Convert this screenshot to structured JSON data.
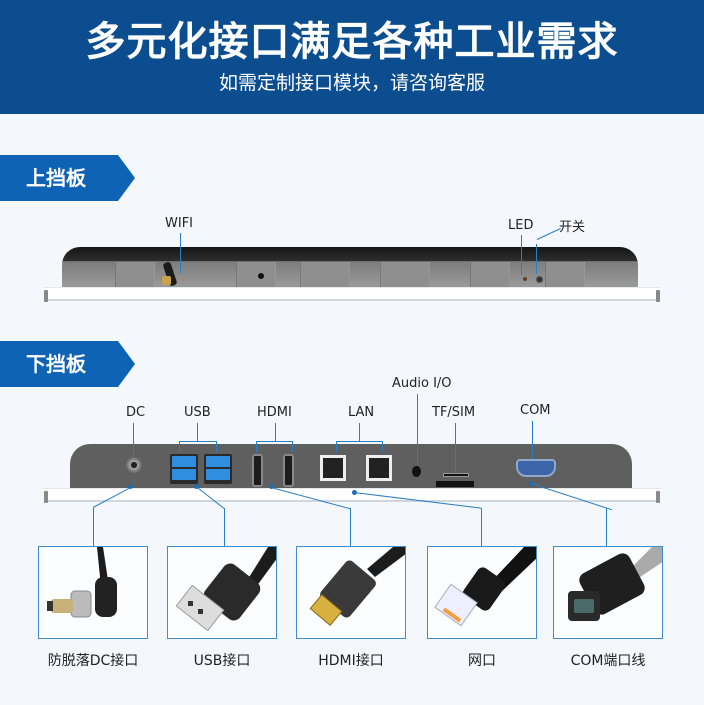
{
  "banner": {
    "title": "多元化接口满足各种工业需求",
    "subtitle": "如需定制接口模块，请咨询客服",
    "bg_color": "#0c4d8f"
  },
  "top_panel": {
    "tag": "上挡板",
    "labels": {
      "wifi": "WIFI",
      "led": "LED",
      "power": "开关"
    }
  },
  "bottom_panel": {
    "tag": "下挡板",
    "labels": {
      "dc": "DC",
      "usb": "USB",
      "hdmi": "HDMI",
      "lan": "LAN",
      "audio": "Audio I/O",
      "tfsim": "TF/SIM",
      "com": "COM"
    }
  },
  "cables": [
    {
      "label": "防脱落DC接口",
      "icon": "dc-cable-icon"
    },
    {
      "label": "USB接口",
      "icon": "usb-cable-icon"
    },
    {
      "label": "HDMI接口",
      "icon": "hdmi-cable-icon"
    },
    {
      "label": "网口",
      "icon": "rj45-cable-icon"
    },
    {
      "label": "COM端口线",
      "icon": "db9-cable-icon"
    }
  ],
  "colors": {
    "accent": "#0f63b4",
    "line": "#2a7fc4",
    "background": "#f4f8fc"
  }
}
